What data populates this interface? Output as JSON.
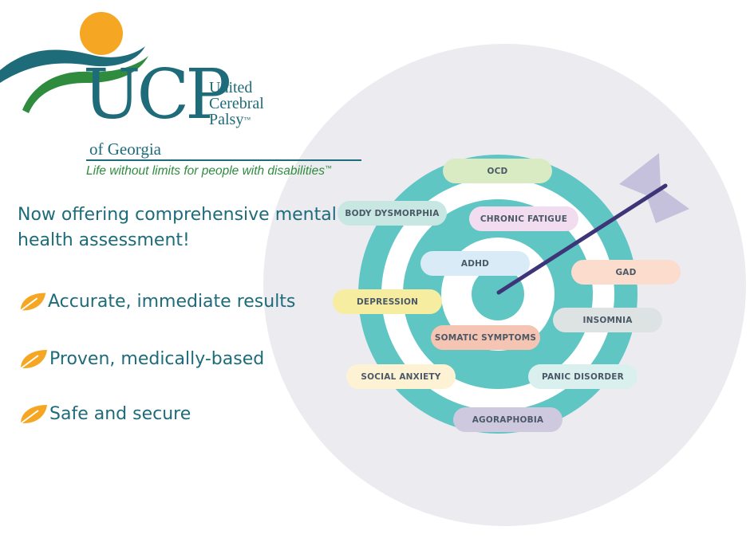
{
  "logo": {
    "letters": "UCP",
    "name_lines": [
      "United",
      "Cerebral",
      "Palsy"
    ],
    "trademark": "™",
    "region": "of Georgia",
    "tagline": "Life without limits for people with disabilities",
    "tagline_tm": "™"
  },
  "headline": "Now offering comprehensive mental health assessment!",
  "benefits": [
    {
      "text": "Accurate, immediate results",
      "icon": "leaf-icon"
    },
    {
      "text": "Proven, medically-based",
      "icon": "leaf-icon"
    },
    {
      "text": "Safe and secure",
      "icon": "leaf-icon"
    }
  ],
  "conditions": [
    {
      "label": "OCD",
      "color": "#d9ebc3"
    },
    {
      "label": "BODY DYSMORPHIA",
      "color": "#c8e7e3"
    },
    {
      "label": "CHRONIC FATIGUE",
      "color": "#f2dcef"
    },
    {
      "label": "ADHD",
      "color": "#d9ebf7"
    },
    {
      "label": "GAD",
      "color": "#fbdccd"
    },
    {
      "label": "DEPRESSION",
      "color": "#f7eda0"
    },
    {
      "label": "INSOMNIA",
      "color": "#dde3e3"
    },
    {
      "label": "SOMATIC SYMPTOMS",
      "color": "#f6c4b2"
    },
    {
      "label": "SOCIAL ANXIETY",
      "color": "#fdf3d4"
    },
    {
      "label": "PANIC DISORDER",
      "color": "#d9f0ee"
    },
    {
      "label": "AGORAPHOBIA",
      "color": "#cfc9e0"
    }
  ],
  "colors": {
    "brand_teal": "#1e6b7a",
    "brand_green": "#2f8c3f",
    "sun_orange": "#f5a623",
    "target_teal": "#5fc6c4",
    "arrow_purple": "#3d3577",
    "fletching": "#c5c1dc"
  }
}
